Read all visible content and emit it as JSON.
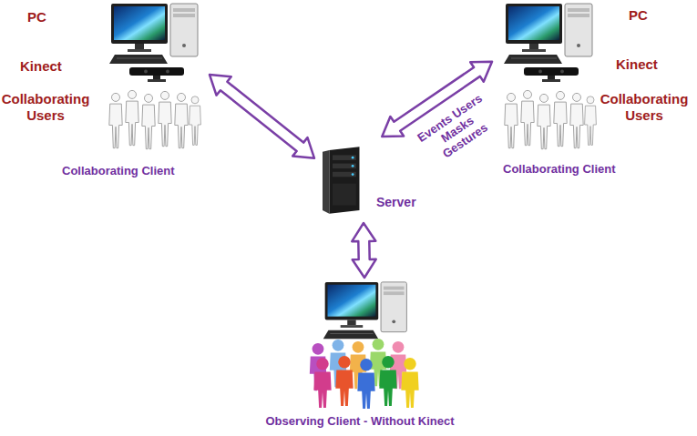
{
  "diagram": {
    "nodes": [
      {
        "text": [
          "PC",
          "Kinect",
          "Collaborating Users",
          "Collaborating Client"
        ]
      },
      {
        "text": [
          "PC",
          "Kinect",
          "Collaborating Users",
          "Collaborating Client"
        ]
      },
      {
        "text": [
          "Server"
        ]
      },
      {
        "text": [
          "Observing Client - Without Kinect"
        ]
      }
    ],
    "edges": [
      {
        "from": 0,
        "to": 2,
        "arrow": "both"
      },
      {
        "from": 1,
        "to": 2,
        "label": "Events Users Masks Gestures",
        "arrow": "both"
      },
      {
        "from": 3,
        "to": 2,
        "arrow": "both"
      }
    ]
  }
}
